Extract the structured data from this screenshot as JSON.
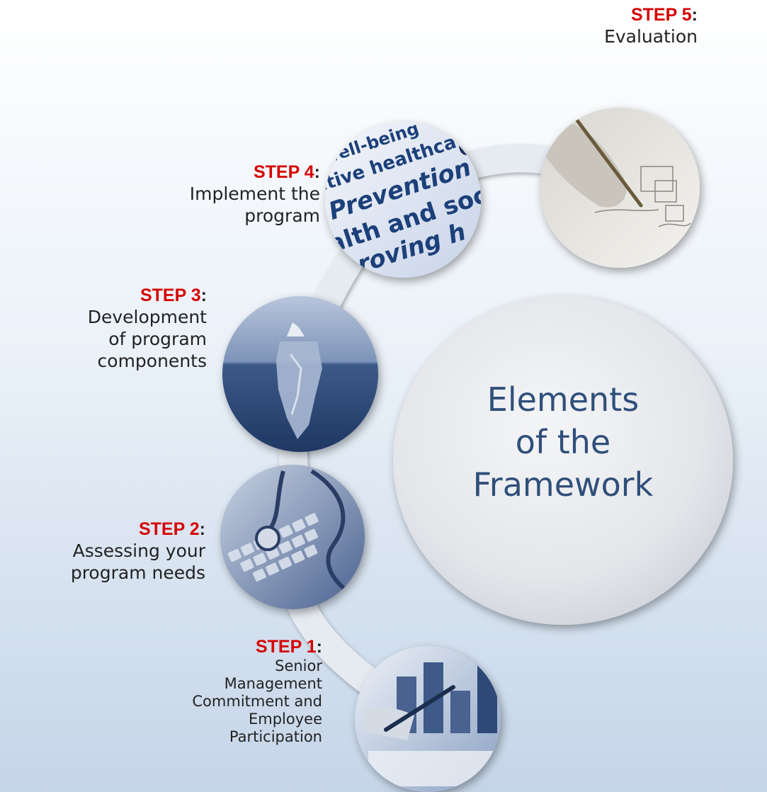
{
  "center": {
    "line1": "Elements",
    "line2": "of the",
    "line3": "Framework"
  },
  "steps": [
    {
      "word": "STEP 1",
      "colon": ":",
      "desc": [
        "Senior",
        "Management",
        "Commitment and",
        "Employee",
        "Participation"
      ],
      "picture": "bar-chart-with-pen-photo"
    },
    {
      "word": "STEP 2",
      "colon": ":",
      "desc": [
        "Assessing your",
        "program needs"
      ],
      "picture": "stethoscope-on-laptop-photo"
    },
    {
      "word": "STEP 3",
      "colon": ":",
      "desc": [
        "Development",
        "of program",
        "components"
      ],
      "picture": "iceberg-photo"
    },
    {
      "word": "STEP 4",
      "colon": ":",
      "desc": [
        "Implement the",
        "program"
      ],
      "picture": "prevention-words-photo"
    },
    {
      "word": "STEP 5",
      "colon": ":",
      "desc": [
        "Evaluation"
      ],
      "picture": "hand-sketching-photo"
    }
  ],
  "photo_words": [
    "well-being",
    "ntive healthca",
    "Prevention",
    "alth and soci",
    "roving h"
  ],
  "colors": {
    "step_word": "#d60000",
    "center_text": "#2f4f7a",
    "arc": "#e6ebf1",
    "photo_tint": "#3c5a88"
  }
}
